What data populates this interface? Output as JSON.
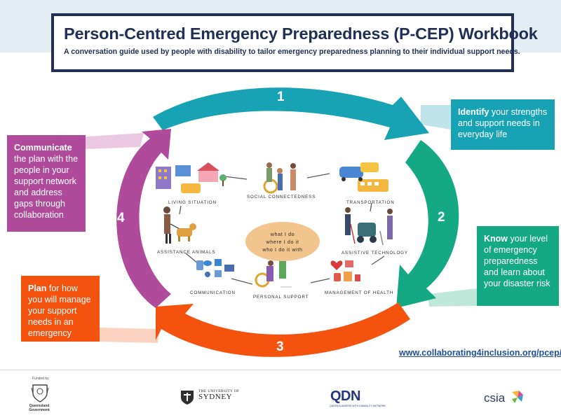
{
  "title": "Person-Centred Emergency Preparedness (P-CEP) Workbook",
  "subtitle": "A conversation guide used by people with disability to tailor emergency preparedness planning to their individual support needs.",
  "steps": [
    {
      "number": "1",
      "keyword": "Identify",
      "text": " your strengths and support needs in everyday life",
      "color": "#18a3b4"
    },
    {
      "number": "2",
      "keyword": "Know",
      "text": " your level of emergency preparedness and learn about your disaster risk",
      "color": "#14a883"
    },
    {
      "number": "3",
      "keyword": "Plan",
      "text": " for how you will manage your support needs in an emergency",
      "color": "#f4520f"
    },
    {
      "number": "4",
      "keyword": "Communicate",
      "text": " the plan with the people in your support network and address gaps through collaboration",
      "color": "#b04b9c"
    }
  ],
  "center": {
    "line1": "what I do",
    "line2": "where I do it",
    "line3": "who I do it with"
  },
  "capabilities": {
    "living_situation": "LIVING SITUATION",
    "social_connectedness": "SOCIAL CONNECTEDNESS",
    "transportation": "TRANSPORTATION",
    "assistance_animals": "ASSISTANCE ANIMALS",
    "assistive_technology": "ASSISTIVE TECHNOLOGY",
    "communication": "COMMUNICATION",
    "personal_support": "PERSONAL SUPPORT",
    "management_of_health": "MANAGEMENT OF HEALTH"
  },
  "url": "www.collaborating4inclusion.org/pcep/",
  "footer": {
    "funded_by": "Funded by",
    "qld_name": "Queensland Government",
    "sydney_small": "THE UNIVERSITY OF",
    "sydney_big": "SYDNEY",
    "qdn": "QDN",
    "qdn_sub": "QUEENSLANDERS WITH DISABILITY NETWORK",
    "csia": "csia"
  }
}
